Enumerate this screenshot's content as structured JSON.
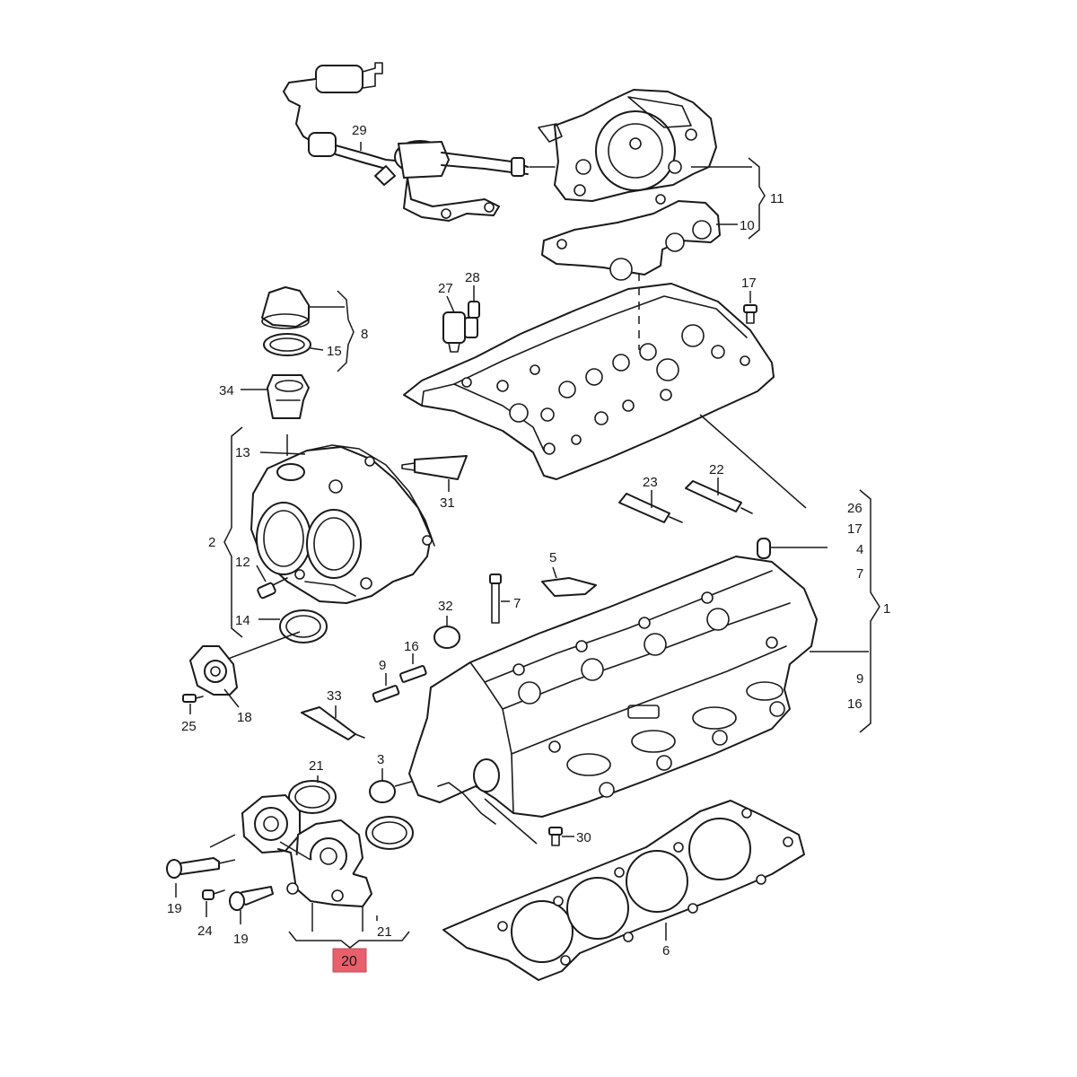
{
  "callouts": {
    "c1": "1",
    "c2": "2",
    "c3": "3",
    "c4": "4",
    "c5": "5",
    "c6": "6",
    "c7a": "7",
    "c7b": "7",
    "c8": "8",
    "c9a": "9",
    "c9b": "9",
    "c10": "10",
    "c11": "11",
    "c12": "12",
    "c13": "13",
    "c14": "14",
    "c15": "15",
    "c16a": "16",
    "c16b": "16",
    "c17a": "17",
    "c17b": "17",
    "c18": "18",
    "c19a": "19",
    "c19b": "19",
    "c21a": "21",
    "c21b": "21",
    "c22": "22",
    "c23": "23",
    "c24": "24",
    "c25": "25",
    "c26": "26",
    "c27": "27",
    "c28": "28",
    "c29": "29",
    "c30": "30",
    "c31": "31",
    "c32": "32",
    "c33": "33",
    "c34": "34"
  },
  "highlighted_callout": {
    "label": "20",
    "color": "#e8606c"
  }
}
